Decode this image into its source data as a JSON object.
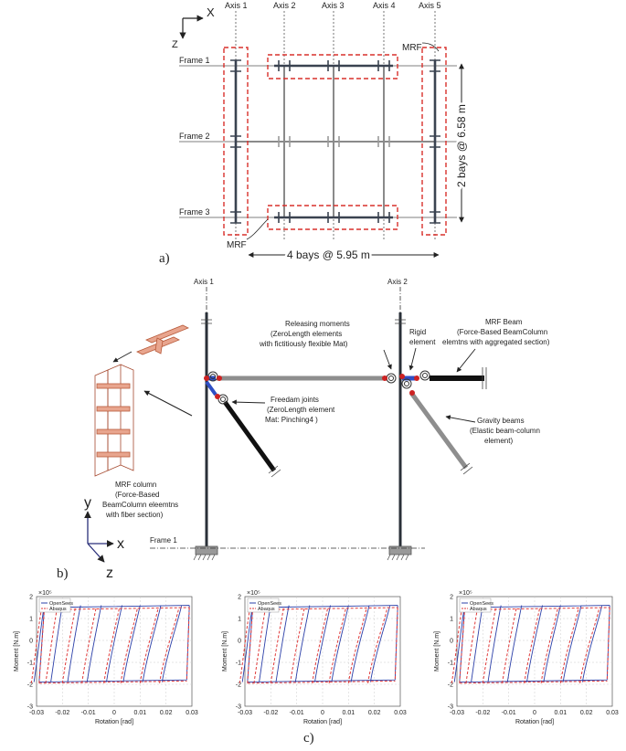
{
  "panel_a": {
    "label": "a)",
    "x_axis": "X",
    "z_axis": "Z",
    "axes": [
      "Axis 1",
      "Axis 2",
      "Axis 3",
      "Axis 4",
      "Axis 5"
    ],
    "frames": [
      "Frame 1",
      "Frame 2",
      "Frame 3"
    ],
    "mrf_top": "MRF",
    "mrf_bottom": "MRF",
    "bays_horizontal": "4 bays @ 5.95 m",
    "bays_vertical": "2 bays @ 6.58 m",
    "colors": {
      "mrf_box": "#d9302c",
      "mrf_member": "#3a4350",
      "gravity_member": "#8a8a8a"
    }
  },
  "panel_b": {
    "label": "b)",
    "axis1": "Axis 1",
    "axis2": "Axis 2",
    "releasing": [
      "Releasing moments",
      "(ZeroLength elements",
      "with fictitiously flexible Mat)"
    ],
    "rigid": [
      "Rigid",
      "element"
    ],
    "mrf_beam": [
      "MRF Beam",
      "(Force-Based BeamColumn",
      "elemtns with aggregated section)"
    ],
    "freedam": [
      "Freedam joints",
      "(ZeroLength element",
      "Mat: Pinching4 )"
    ],
    "gravity": [
      "Gravity beams",
      "(Elastic beam-column",
      "element)"
    ],
    "mrf_column": [
      "MRF column",
      "(Force-Based",
      "BeamColumn eleemtns",
      "with fiber section)"
    ],
    "frame1": "Frame 1",
    "y_axis": "y",
    "x_axis": "x",
    "z_axis": "z"
  },
  "panel_c": {
    "label": "c)",
    "exponent": "×10⁵",
    "ylabel": "Moment [N.m]",
    "xlabel": "Rotation [rad]",
    "legend": [
      "OpenSees",
      "Abaqus"
    ],
    "xticks": [
      "-0.03",
      "-0.02",
      "-0.01",
      "0",
      "0.01",
      "0.02",
      "0.03"
    ],
    "yticks": [
      "2",
      "1",
      "0",
      "-1",
      "-2",
      "-3"
    ],
    "colors": {
      "opensees": "#2b3fa8",
      "abaqus": "#e03a3a"
    }
  },
  "chart_data": [
    {
      "type": "line",
      "xlabel": "Rotation [rad]",
      "ylabel": "Moment [N.m]",
      "xlim": [
        -0.03,
        0.03
      ],
      "ylim": [
        -3,
        2
      ],
      "y_multiplier": "×10⁵",
      "grid": true,
      "legend_position": "top-left",
      "series": [
        {
          "name": "OpenSees",
          "upper_plateau": 1.6,
          "lower_plateau": -1.9,
          "unload_rotations": [
            -0.027,
            -0.02,
            -0.013,
            -0.005,
            0.003,
            0.01,
            0.018,
            0.026
          ]
        },
        {
          "name": "Abaqus",
          "upper_plateau": 1.5,
          "lower_plateau": -1.95,
          "unload_rotations": [
            -0.028,
            -0.022,
            -0.015,
            -0.007,
            0.002,
            0.009,
            0.017,
            0.025
          ]
        }
      ]
    },
    {
      "type": "line",
      "xlabel": "Rotation [rad]",
      "ylabel": "Moment [N.m]",
      "xlim": [
        -0.03,
        0.03
      ],
      "ylim": [
        -3,
        2
      ],
      "y_multiplier": "×10⁵",
      "grid": true,
      "legend_position": "top-left",
      "series": [
        {
          "name": "OpenSees",
          "upper_plateau": 1.6,
          "lower_plateau": -1.9,
          "unload_rotations": [
            -0.027,
            -0.02,
            -0.013,
            -0.005,
            0.003,
            0.01,
            0.018,
            0.026
          ]
        },
        {
          "name": "Abaqus",
          "upper_plateau": 1.5,
          "lower_plateau": -1.95,
          "unload_rotations": [
            -0.028,
            -0.022,
            -0.015,
            -0.007,
            0.002,
            0.009,
            0.017,
            0.025
          ]
        }
      ]
    },
    {
      "type": "line",
      "xlabel": "Rotation [rad]",
      "ylabel": "Moment [N.m]",
      "xlim": [
        -0.03,
        0.03
      ],
      "ylim": [
        -3,
        2
      ],
      "y_multiplier": "×10⁵",
      "grid": true,
      "legend_position": "top-left",
      "series": [
        {
          "name": "OpenSees",
          "upper_plateau": 1.6,
          "lower_plateau": -1.9,
          "unload_rotations": [
            -0.027,
            -0.02,
            -0.013,
            -0.005,
            0.003,
            0.01,
            0.018,
            0.026
          ]
        },
        {
          "name": "Abaqus",
          "upper_plateau": 1.5,
          "lower_plateau": -1.95,
          "unload_rotations": [
            -0.028,
            -0.022,
            -0.015,
            -0.007,
            0.002,
            0.009,
            0.017,
            0.025
          ]
        }
      ]
    }
  ]
}
